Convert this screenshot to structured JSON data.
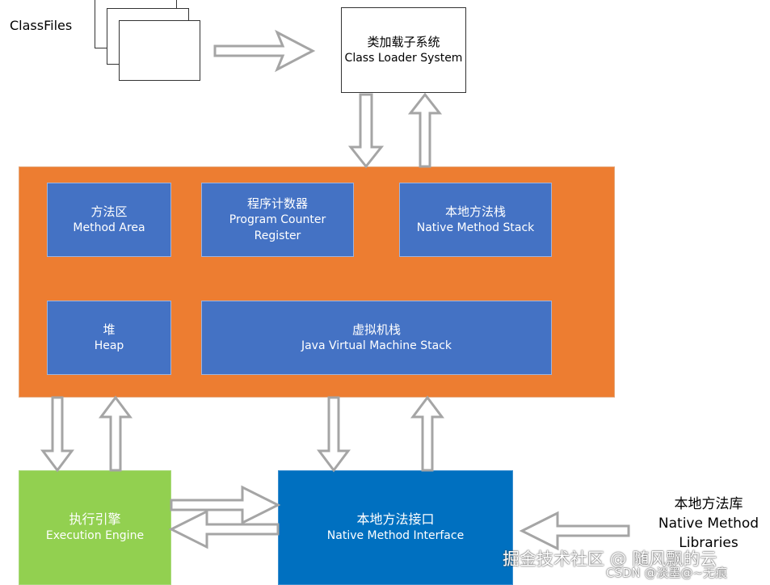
{
  "classfiles": {
    "label": "ClassFiles"
  },
  "class_loader": {
    "zh": "类加载子系统",
    "en": "Class Loader System"
  },
  "runtime_area": {
    "method_area": {
      "zh": "方法区",
      "en": "Method Area"
    },
    "pc_register": {
      "zh": "程序计数器",
      "en1": "Program Counter",
      "en2": "Register"
    },
    "native_stack": {
      "zh": "本地方法栈",
      "en": "Native Method Stack"
    },
    "heap": {
      "zh": "堆",
      "en": "Heap"
    },
    "jvm_stack": {
      "zh": "虚拟机栈",
      "en": "Java Virtual Machine Stack"
    }
  },
  "execution_engine": {
    "zh": "执行引擎",
    "en": "Execution Engine"
  },
  "native_interface": {
    "zh": "本地方法接口",
    "en": "Native Method Interface"
  },
  "native_libraries": {
    "zh": "本地方法库",
    "en1": "Native Method",
    "en2": "Libraries"
  },
  "watermark": {
    "main": "掘金技术社区 @ 随风飘的云",
    "sub": "CSDN @淡墨@~无痕"
  },
  "colors": {
    "runtime": "#ed7d31",
    "memory_box": "#4472c4",
    "engine": "#92d050",
    "native_interface": "#0070c0",
    "arrow": "#a5a5a5"
  }
}
